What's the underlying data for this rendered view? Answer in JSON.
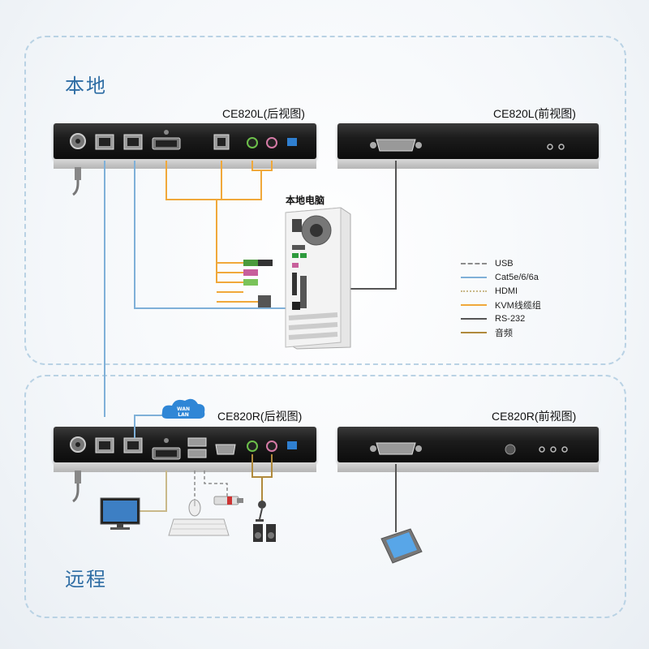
{
  "zones": {
    "local_title": "本地",
    "remote_title": "远程"
  },
  "devices": {
    "local_rear_label": "CE820L(后视图)",
    "local_front_label": "CE820L(前视图)",
    "remote_rear_label": "CE820R(后视图)",
    "remote_front_label": "CE820R(前视图)"
  },
  "computer": {
    "label": "本地电脑"
  },
  "cloud": {
    "line1": "WAN",
    "line2": "LAN"
  },
  "legend": {
    "items": [
      {
        "label": "USB",
        "color": "#8c8c8c",
        "style": "dashed"
      },
      {
        "label": "Cat5e/6/6a",
        "color": "#7fb0d8",
        "style": "solid"
      },
      {
        "label": "HDMI",
        "color": "#c9b98a",
        "style": "dotted"
      },
      {
        "label": "KVM线缆组",
        "color": "#f0a83a",
        "style": "solid"
      },
      {
        "label": "RS-232",
        "color": "#555555",
        "style": "solid"
      },
      {
        "label": "音频",
        "color": "#b08a3c",
        "style": "solid"
      }
    ]
  },
  "colors": {
    "zone_title": "#2e6da4",
    "zone_border": "#b9d2e4",
    "cat5": "#7fb0d8",
    "kvm": "#f0a83a",
    "rs232": "#555555",
    "audio": "#b08a3c",
    "usb": "#8c8c8c"
  },
  "icons": [
    "power-jack-icon",
    "rj45-port-icon",
    "dvi-port-icon",
    "usb-b-port-icon",
    "audio-jack-icon",
    "dip-switch-icon",
    "serial-port-icon",
    "power-cable-icon",
    "tower-pc-icon",
    "cloud-icon",
    "monitor-icon",
    "mouse-icon",
    "keyboard-icon",
    "usb-drive-icon",
    "microphone-icon",
    "speakers-icon",
    "touch-panel-icon"
  ]
}
